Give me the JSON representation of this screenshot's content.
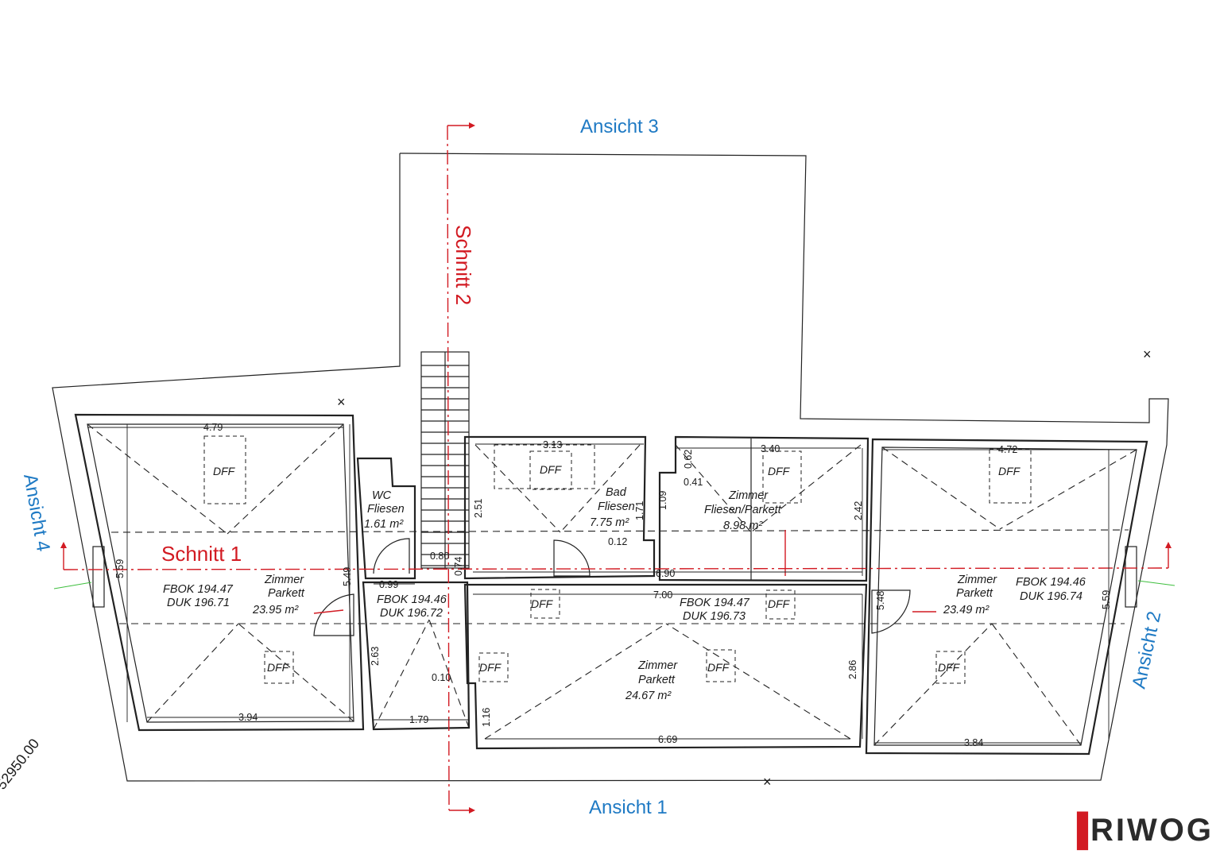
{
  "views": {
    "ansicht_1": "Ansicht 1",
    "ansicht_2": "Ansicht 2",
    "ansicht_3": "Ansicht 3",
    "ansicht_4": "Ansicht 4"
  },
  "sections": {
    "schnitt_1": "Schnitt 1",
    "schnitt_2": "Schnitt 2"
  },
  "plot_label": "52950.00",
  "dff": "DFF",
  "rooms": {
    "left": {
      "name": "Zimmer",
      "floor": "Parkett",
      "area": "23.95 m²",
      "fbok": "FBOK 194.47",
      "duk": "DUK 196.71"
    },
    "wc": {
      "name": "WC",
      "floor": "Fliesen",
      "area": "1.61 m²"
    },
    "hall": {
      "fbok": "FBOK 194.46",
      "duk": "DUK 196.72"
    },
    "bad": {
      "name": "Bad",
      "floor": "Fliesen",
      "area": "7.75 m²"
    },
    "small": {
      "name": "Zimmer",
      "floor": "Fliesen/Parkett",
      "area": "8.98 m²"
    },
    "middle": {
      "name": "Zimmer",
      "floor": "Parkett",
      "area": "24.67 m²",
      "fbok": "FBOK 194.47",
      "duk": "DUK 196.73"
    },
    "right": {
      "name": "Zimmer",
      "floor": "Parkett",
      "area": "23.49 m²",
      "fbok": "FBOK 194.46",
      "duk": "DUK 196.74"
    }
  },
  "dimensions": {
    "d479": "4.79",
    "d559l": "5.59",
    "d549": "5.49",
    "d394": "3.94",
    "d313": "3.13",
    "d251": "2.51",
    "d171": "1.71",
    "d109": "1.09",
    "d012": "0.12",
    "d062": "0.62",
    "d041": "0.41",
    "d340": "3.40",
    "d242": "2.42",
    "d472": "4.72",
    "d559r": "5.59",
    "d548": "5.48",
    "d384": "3.84",
    "d080": "0.80",
    "d074": "0.74",
    "d099": "0.99",
    "d690": "6.90",
    "d700": "7.00",
    "d263": "2.63",
    "d179": "1.79",
    "d010": "0.10",
    "d116": "1.16",
    "d286": "2.86",
    "d669": "6.69"
  },
  "logo": "RIWOG"
}
